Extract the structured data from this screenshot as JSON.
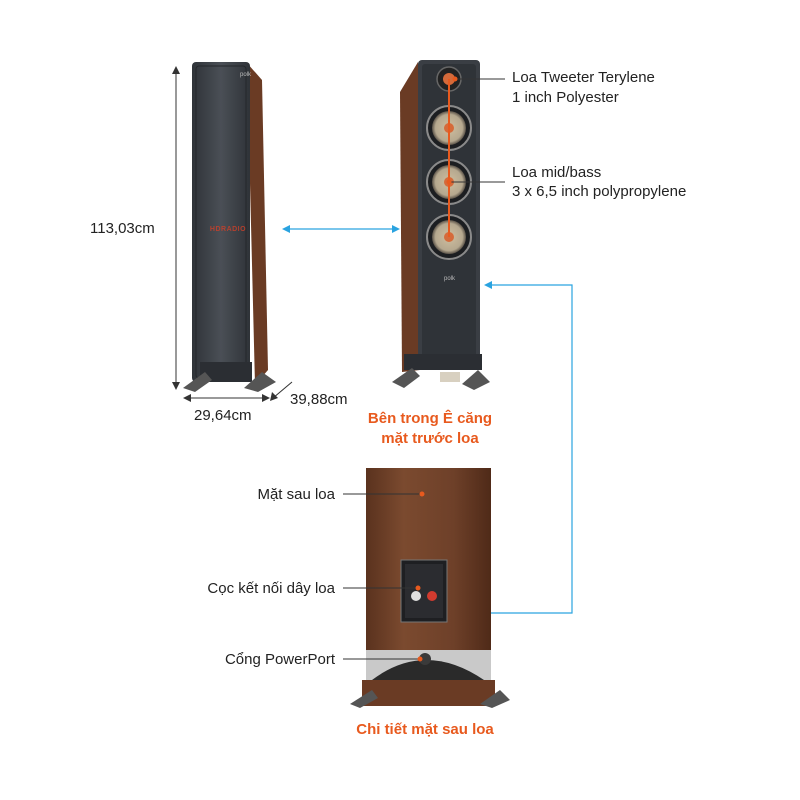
{
  "dimensions": {
    "height": "113,03cm",
    "width": "29,64cm",
    "depth": "39,88cm"
  },
  "brand": {
    "logo_text": "HDRADIO",
    "badge": "polk"
  },
  "front_labels": {
    "tweeter_line1": "Loa Tweeter Terylene",
    "tweeter_line2": "1 inch Polyester",
    "midbass_line1": "Loa mid/bass",
    "midbass_line2": "3 x 6,5 inch polypropylene"
  },
  "captions": {
    "front_line1": "Bên trong Ê căng",
    "front_line2": "mặt trước loa",
    "back": "Chi tiết mặt sau loa"
  },
  "back_labels": {
    "back_panel": "Mặt sau loa",
    "binding_posts": "Cọc kết nối dây loa",
    "powerport": "Cổng PowerPort"
  },
  "colors": {
    "accent": "#e85a1e",
    "link_line": "#2aa3e0",
    "wood": "#6e3f27",
    "grille": "#3b3f45",
    "text": "#222222"
  }
}
